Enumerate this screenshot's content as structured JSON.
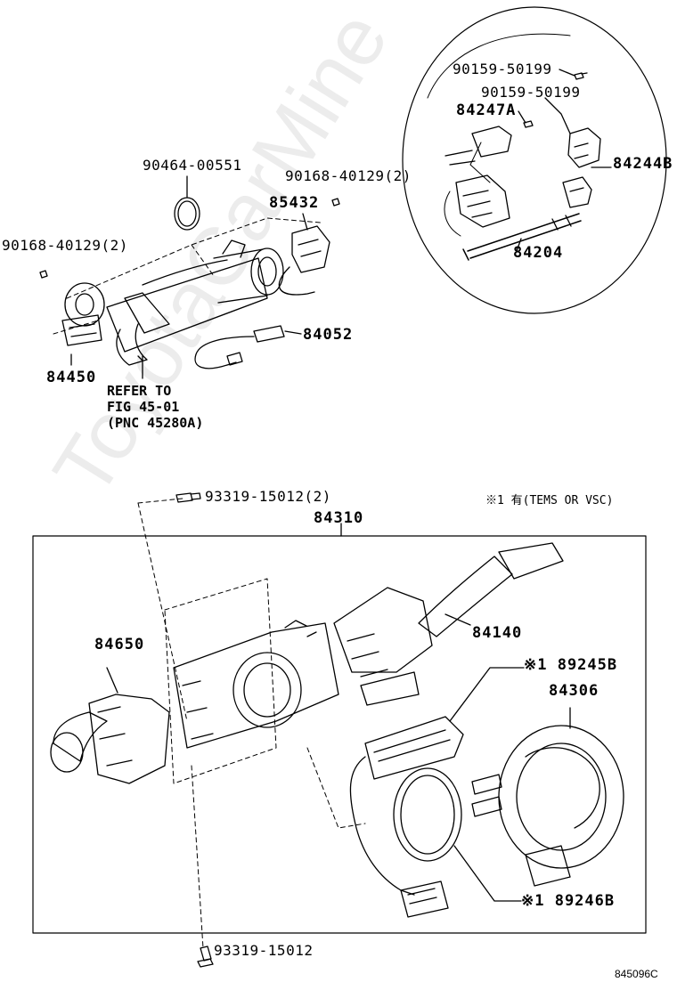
{
  "labels": {
    "p90464": "90464-00551",
    "p90168_top": "90168-40129(2)",
    "p85432": "85432",
    "p90168_left": "90168-40129(2)",
    "p84450": "84450",
    "p84052": "84052",
    "ref_line1": "REFER TO",
    "ref_line2": "FIG 45-01",
    "ref_line3": "(PNC 45280A)",
    "p90159_a": "90159-50199",
    "p90159_b": "90159-50199",
    "p84247A": "84247A",
    "p84244B": "84244B",
    "p84204": "84204",
    "p93319_top": "93319-15012(2)",
    "note_star1": "※1 有(TEMS OR VSC)",
    "p84310": "84310",
    "p84140": "84140",
    "p84650": "84650",
    "p89245B": "※1 89245B",
    "p84306": "84306",
    "p89246B": "※1 89246B",
    "p93319_bottom": "93319-15012",
    "figure_code": "845096C"
  },
  "watermark": "ToyotaCarMine"
}
